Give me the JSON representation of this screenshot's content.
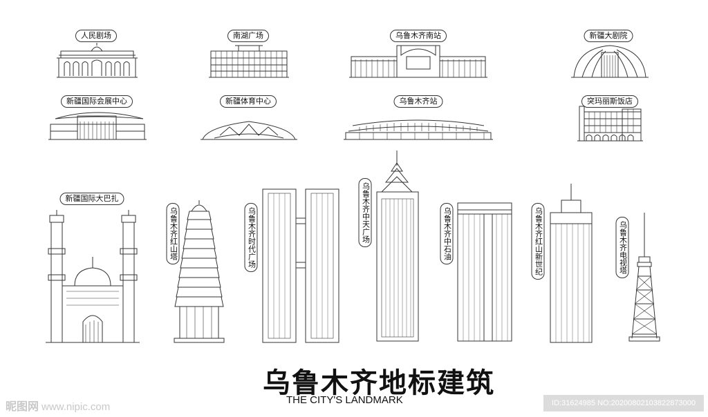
{
  "title": {
    "chinese": "乌鲁木齐地标建筑",
    "english": "THE CITY'S LANDMARK"
  },
  "landmarks_top": [
    "人民剧场",
    "南湖广场",
    "乌鲁木齐南站",
    "新疆大剧院",
    "新疆国际会展中心",
    "新疆体育中心",
    "乌鲁木齐站",
    "突玛丽斯饭店"
  ],
  "landmarks_bottom": [
    "新疆国际大巴扎",
    "乌鲁木齐红山塔",
    "乌鲁木齐时代广场",
    "乌鲁木齐中天广场",
    "乌鲁木齐中石油",
    "乌鲁木齐红山新世纪",
    "乌鲁木齐电视塔"
  ],
  "watermark": {
    "site_name": "昵图网",
    "site_url": "www.nipic.com",
    "id_text": "ID:31624985 NO:20200802103822873000"
  },
  "colors": {
    "line": "#333333",
    "background": "#ffffff",
    "watermark": "#c8c8c8"
  }
}
